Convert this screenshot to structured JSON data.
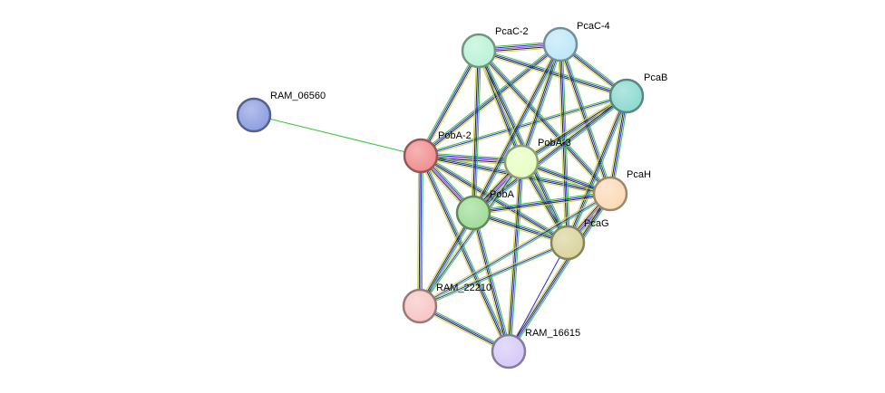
{
  "nodes": [
    {
      "id": "RAM_06560",
      "label": "RAM_06560",
      "color": "#8b9ce0"
    },
    {
      "id": "PobA-2",
      "label": "PobA-2",
      "color": "#f08c8c"
    },
    {
      "id": "PcaC-2",
      "label": "PcaC-2",
      "color": "#b8f2d4"
    },
    {
      "id": "PcaC-4",
      "label": "PcaC-4",
      "color": "#bde6f7"
    },
    {
      "id": "PcaB",
      "label": "PcaB",
      "color": "#8ad9cf"
    },
    {
      "id": "PobA-3",
      "label": "PobA-3",
      "color": "#e6ffc0"
    },
    {
      "id": "PobA",
      "label": "PobA",
      "color": "#9ddc95"
    },
    {
      "id": "PcaH",
      "label": "PcaH",
      "color": "#fcd9b5"
    },
    {
      "id": "PcaG",
      "label": "PcaG",
      "color": "#d8d39a"
    },
    {
      "id": "RAM_22210",
      "label": "RAM_22210",
      "color": "#f7c4c4"
    },
    {
      "id": "RAM_16615",
      "label": "RAM_16615",
      "color": "#d5c8f7"
    }
  ],
  "edges": [
    {
      "source": "RAM_06560",
      "target": "PobA-2",
      "evidence": [
        "green"
      ]
    },
    {
      "source": "PobA-2",
      "target": "PcaC-2",
      "evidence": [
        "green",
        "blue",
        "black",
        "yellow"
      ]
    },
    {
      "source": "PobA-2",
      "target": "PcaC-4",
      "evidence": [
        "green",
        "blue",
        "black",
        "yellow"
      ]
    },
    {
      "source": "PobA-2",
      "target": "PcaB",
      "evidence": [
        "green",
        "blue",
        "yellow"
      ]
    },
    {
      "source": "PobA-2",
      "target": "PobA-3",
      "evidence": [
        "green",
        "blue",
        "purple",
        "black",
        "yellow"
      ]
    },
    {
      "source": "PobA-2",
      "target": "PobA",
      "evidence": [
        "green",
        "blue",
        "purple",
        "black",
        "yellow"
      ]
    },
    {
      "source": "PobA-2",
      "target": "PcaH",
      "evidence": [
        "green",
        "blue",
        "black",
        "yellow"
      ]
    },
    {
      "source": "PobA-2",
      "target": "PcaG",
      "evidence": [
        "green",
        "blue",
        "black",
        "yellow"
      ]
    },
    {
      "source": "PobA-2",
      "target": "RAM_22210",
      "evidence": [
        "green",
        "blue",
        "black",
        "yellow"
      ]
    },
    {
      "source": "PobA-2",
      "target": "RAM_16615",
      "evidence": [
        "green",
        "blue",
        "black",
        "yellow"
      ]
    },
    {
      "source": "PcaC-2",
      "target": "PcaC-4",
      "evidence": [
        "green",
        "blue",
        "purple",
        "black",
        "yellow"
      ]
    },
    {
      "source": "PcaC-2",
      "target": "PcaB",
      "evidence": [
        "green",
        "blue",
        "black",
        "yellow"
      ]
    },
    {
      "source": "PcaC-2",
      "target": "PobA-3",
      "evidence": [
        "green",
        "blue",
        "black",
        "yellow"
      ]
    },
    {
      "source": "PcaC-2",
      "target": "PobA",
      "evidence": [
        "green",
        "blue",
        "black",
        "yellow"
      ]
    },
    {
      "source": "PcaC-2",
      "target": "PcaH",
      "evidence": [
        "green",
        "blue",
        "black",
        "yellow"
      ]
    },
    {
      "source": "PcaC-2",
      "target": "PcaG",
      "evidence": [
        "green",
        "blue",
        "black",
        "yellow"
      ]
    },
    {
      "source": "PcaC-4",
      "target": "PcaB",
      "evidence": [
        "green",
        "blue",
        "black",
        "yellow"
      ]
    },
    {
      "source": "PcaC-4",
      "target": "PobA-3",
      "evidence": [
        "green",
        "blue",
        "black",
        "yellow"
      ]
    },
    {
      "source": "PcaC-4",
      "target": "PobA",
      "evidence": [
        "green",
        "blue",
        "black",
        "yellow"
      ]
    },
    {
      "source": "PcaC-4",
      "target": "PcaH",
      "evidence": [
        "green",
        "blue",
        "black",
        "yellow"
      ]
    },
    {
      "source": "PcaC-4",
      "target": "PcaG",
      "evidence": [
        "green",
        "blue",
        "black",
        "yellow"
      ]
    },
    {
      "source": "PcaB",
      "target": "PobA-3",
      "evidence": [
        "green",
        "blue",
        "black",
        "yellow"
      ]
    },
    {
      "source": "PcaB",
      "target": "PobA",
      "evidence": [
        "green",
        "blue",
        "black",
        "yellow"
      ]
    },
    {
      "source": "PcaB",
      "target": "PcaH",
      "evidence": [
        "green",
        "blue",
        "black",
        "yellow"
      ]
    },
    {
      "source": "PcaB",
      "target": "PcaG",
      "evidence": [
        "green",
        "blue",
        "black",
        "yellow"
      ]
    },
    {
      "source": "PobA-3",
      "target": "PobA",
      "evidence": [
        "green",
        "blue",
        "purple",
        "black",
        "yellow"
      ]
    },
    {
      "source": "PobA-3",
      "target": "PcaH",
      "evidence": [
        "green",
        "blue",
        "black",
        "yellow"
      ]
    },
    {
      "source": "PobA-3",
      "target": "PcaG",
      "evidence": [
        "green",
        "blue",
        "black",
        "yellow"
      ]
    },
    {
      "source": "PobA-3",
      "target": "RAM_22210",
      "evidence": [
        "green",
        "blue",
        "yellow"
      ]
    },
    {
      "source": "PobA-3",
      "target": "RAM_16615",
      "evidence": [
        "green",
        "blue",
        "black",
        "yellow"
      ]
    },
    {
      "source": "PobA",
      "target": "PcaH",
      "evidence": [
        "green",
        "blue",
        "black",
        "yellow"
      ]
    },
    {
      "source": "PobA",
      "target": "PcaG",
      "evidence": [
        "green",
        "blue",
        "black",
        "yellow"
      ]
    },
    {
      "source": "PobA",
      "target": "RAM_22210",
      "evidence": [
        "green",
        "blue",
        "black",
        "yellow"
      ]
    },
    {
      "source": "PobA",
      "target": "RAM_16615",
      "evidence": [
        "green",
        "blue",
        "black",
        "yellow"
      ]
    },
    {
      "source": "PcaH",
      "target": "PcaG",
      "evidence": [
        "green",
        "blue",
        "purple",
        "black",
        "yellow"
      ]
    },
    {
      "source": "PcaH",
      "target": "RAM_22210",
      "evidence": [
        "green",
        "blue",
        "yellow"
      ]
    },
    {
      "source": "PcaH",
      "target": "RAM_16615",
      "evidence": [
        "green",
        "blue",
        "black",
        "yellow"
      ]
    },
    {
      "source": "PcaG",
      "target": "RAM_22210",
      "evidence": [
        "green",
        "blue",
        "yellow"
      ]
    },
    {
      "source": "PcaG",
      "target": "RAM_16615",
      "evidence": [
        "blue"
      ]
    },
    {
      "source": "RAM_22210",
      "target": "RAM_16615",
      "evidence": [
        "green",
        "blue",
        "black",
        "yellow"
      ]
    }
  ],
  "evidence_colors": {
    "green": "#3cc33c",
    "blue": "#2a2ae0",
    "purple": "#a040c8",
    "black": "#222222",
    "yellow": "#c8d24a"
  }
}
